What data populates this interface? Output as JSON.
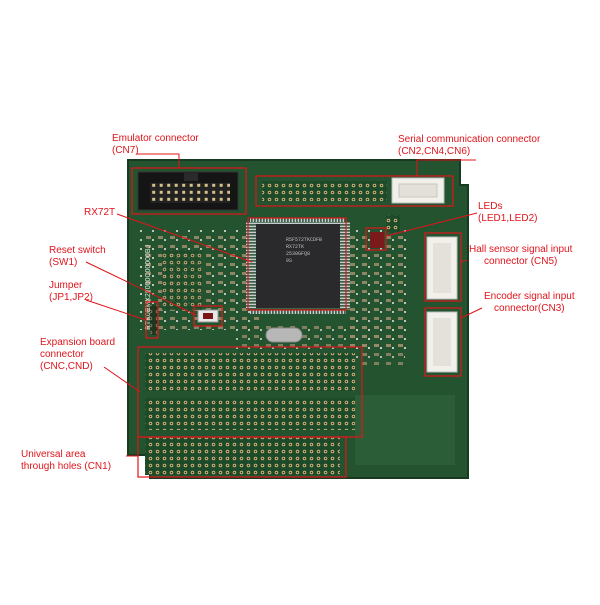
{
  "board": {
    "chip_text": [
      "R5F572TKCDFB",
      "RX72TK",
      "2530GFQ8",
      "9S"
    ]
  },
  "labels": {
    "emulator": {
      "line1": "Emulator connector",
      "line2": "(CN7)"
    },
    "serial": {
      "line1": "Serial communication connector",
      "line2": "(CN2,CN4,CN6)"
    },
    "leds": {
      "line1": "LEDs",
      "line2": "(LED1,LED2)"
    },
    "rx72t": {
      "line1": "RX72T"
    },
    "reset": {
      "line1": "Reset switch",
      "line2": "(SW1)"
    },
    "hall": {
      "line1": "Hall sensor signal input",
      "line2": "connector (CN5)"
    },
    "jumper": {
      "line1": "Jumper",
      "line2": "(JP1,JP2)"
    },
    "encoder": {
      "line1": "Encoder signal input",
      "line2": "connector(CN3)"
    },
    "expansion": {
      "line1": "Expansion board",
      "line2": "connector",
      "line3": "(CNC,CND)"
    },
    "universal": {
      "line1": "Universal area",
      "line2": "through holes (CN1)"
    }
  },
  "colors": {
    "pcb": "#23532f",
    "pcb_dark": "#173a21",
    "annotation": "#e0141b",
    "chip": "#2a2a2c"
  }
}
